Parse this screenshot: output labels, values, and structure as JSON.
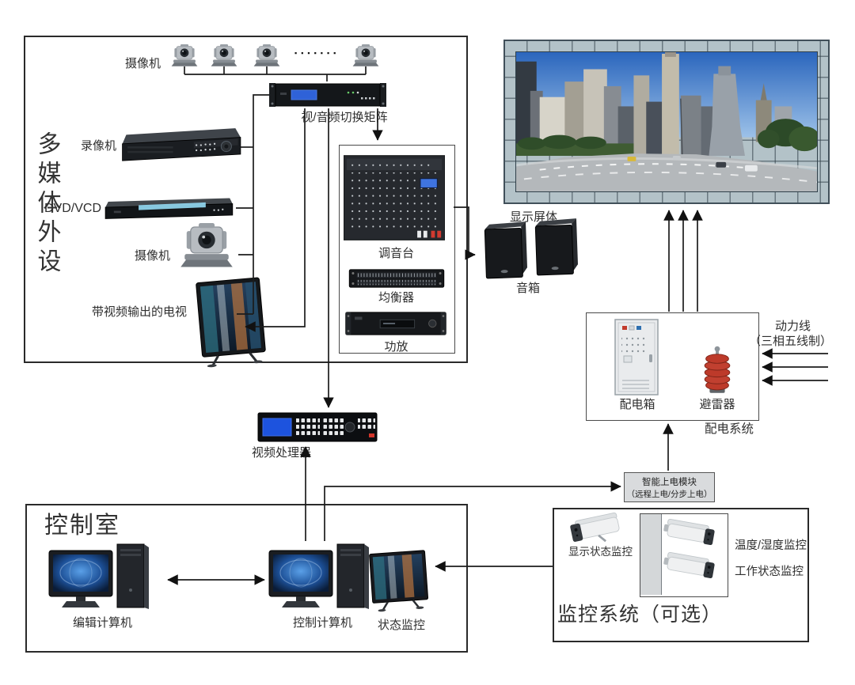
{
  "multimedia": {
    "title": "多媒体外设",
    "cameras_label": "摄像机",
    "dots": "▪▪▪▪▪▪▪",
    "matrix_label": "视/音频切换矩阵",
    "dvr_label": "录像机",
    "dvd_label": "DVD/VCD",
    "camera_label": "摄像机",
    "tv_label": "带视频输出的电视"
  },
  "audio": {
    "mixer_label": "调音台",
    "equalizer_label": "均衡器",
    "amp_label": "功放"
  },
  "display": {
    "screen_label": "显示屏体"
  },
  "speakers": {
    "label": "音箱"
  },
  "power": {
    "dist_box_label": "配电箱",
    "arrester_label": "避雷器",
    "system_label": "配电系统",
    "mains_line1": "动力线",
    "mains_line2": "（三相五线制）"
  },
  "processor": {
    "label": "视频处理器"
  },
  "power_module": {
    "line1": "智能上电模块",
    "line2": "（远程上电/分步上电）"
  },
  "control_room": {
    "title": "控制室",
    "edit_pc_label": "编辑计算机",
    "control_pc_label": "控制计算机",
    "status_monitor_label": "状态监控"
  },
  "monitoring": {
    "title": "监控系统（可选）",
    "display_status_label": "显示状态监控",
    "temp_humidity_label": "温度/湿度监控",
    "work_status_label": "工作状态监控"
  },
  "colors": {
    "line": "#1c1c1c",
    "box_border": "#2a2a2a",
    "frame_tile": "#b3c2c8",
    "lcd_blue": "#2f62d8",
    "arrester_red": "#bd3a2a",
    "module_bg": "#d9dbdd"
  }
}
